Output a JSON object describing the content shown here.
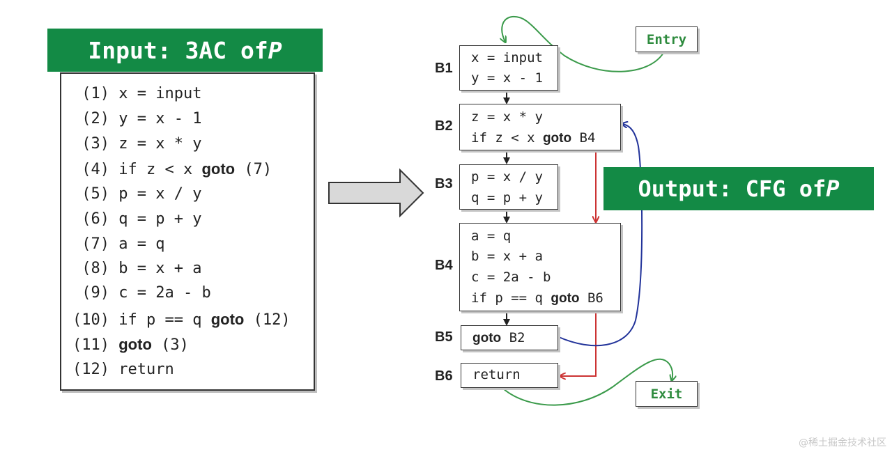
{
  "input_banner": {
    "label": "Input: 3AC of ",
    "var": "P"
  },
  "output_banner": {
    "label": "Output: CFG of ",
    "var": "P"
  },
  "code_lines": [
    {
      "num": " (1)",
      "text": "x = input"
    },
    {
      "num": " (2)",
      "text": "y = x - 1"
    },
    {
      "num": " (3)",
      "text": "z = x * y"
    },
    {
      "num": " (4)",
      "text": "if z < x ",
      "kw": "goto",
      "tail": " (7)"
    },
    {
      "num": " (5)",
      "text": "p = x / y"
    },
    {
      "num": " (6)",
      "text": "q = p + y"
    },
    {
      "num": " (7)",
      "text": "a = q"
    },
    {
      "num": " (8)",
      "text": "b = x + a"
    },
    {
      "num": " (9)",
      "text": "c = 2a - b"
    },
    {
      "num": "(10)",
      "text": "if p == q ",
      "kw": "goto",
      "tail": " (12)"
    },
    {
      "num": "(11)",
      "text": "",
      "kw": "goto",
      "tail": " (3)"
    },
    {
      "num": "(12)",
      "text": "return"
    }
  ],
  "blocks": {
    "b1": {
      "label": "B1",
      "lines": [
        {
          "text": "x = input"
        },
        {
          "text": "y = x - 1"
        }
      ]
    },
    "b2": {
      "label": "B2",
      "lines": [
        {
          "text": "z = x * y"
        },
        {
          "text": "if z < x ",
          "kw": "goto",
          "tail": " B4"
        }
      ]
    },
    "b3": {
      "label": "B3",
      "lines": [
        {
          "text": "p = x / y"
        },
        {
          "text": "q = p + y"
        }
      ]
    },
    "b4": {
      "label": "B4",
      "lines": [
        {
          "text": "a = q"
        },
        {
          "text": "b = x + a"
        },
        {
          "text": "c = 2a - b"
        },
        {
          "text": "if p == q ",
          "kw": "goto",
          "tail": " B6"
        }
      ]
    },
    "b5": {
      "label": "B5",
      "lines": [
        {
          "text": "",
          "kw": "goto",
          "tail": " B2"
        }
      ]
    },
    "b6": {
      "label": "B6",
      "lines": [
        {
          "text": "return"
        }
      ]
    }
  },
  "entry": "Entry",
  "exit": "Exit",
  "watermark": "@稀土掘金技术社区",
  "colors": {
    "banner": "#138a45",
    "entry_exit_edge": "#3a9a4a",
    "branch_edge": "#cc3333",
    "back_edge": "#22339a",
    "fallthrough_edge": "#222222"
  }
}
